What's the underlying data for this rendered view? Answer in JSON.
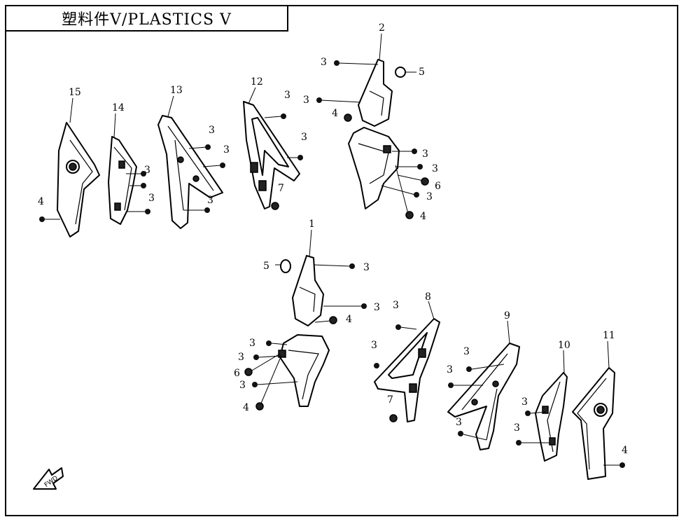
{
  "title": "塑料件Ⅴ/PLASTICS Ⅴ",
  "fwd_label": "FWD",
  "callouts": {
    "c1": "1",
    "c2": "2",
    "c3": "3",
    "c4": "4",
    "c5": "5",
    "c6": "6",
    "c7": "7",
    "c8": "8",
    "c9": "9",
    "c10": "10",
    "c11": "11",
    "c12": "12",
    "c13": "13",
    "c14": "14",
    "c15": "15"
  }
}
